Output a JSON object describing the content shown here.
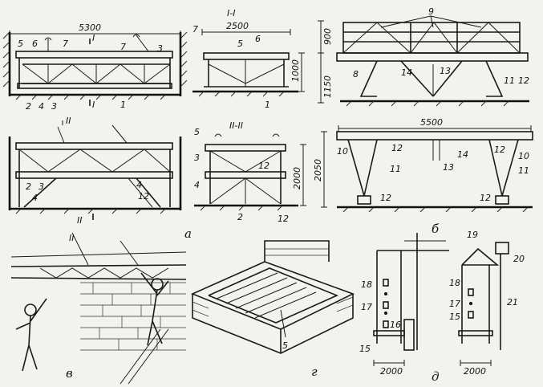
{
  "figure": {
    "captions": [
      "а",
      "б",
      "в",
      "г",
      "д"
    ],
    "dimensions": {
      "a_top_width": "5300",
      "a_section_width": "2500",
      "a_section_height": "1000",
      "a_lower_section_height": "2000",
      "b_top_height_1": "900",
      "b_top_height_2": "1150",
      "b_lower_width": "5500",
      "b_lower_height": "2050",
      "d_left_width": "2000",
      "d_right_width": "2000"
    },
    "section_marks": {
      "s1": "I-I",
      "s2": "II-II",
      "s1_short": "I",
      "s2_short": "II"
    },
    "labels_a_top": [
      "5",
      "6",
      "7",
      "7",
      "3",
      "2",
      "4",
      "3",
      "1"
    ],
    "labels_a_section": [
      "7",
      "5",
      "6",
      "1"
    ],
    "labels_a_lower": [
      "2",
      "3",
      "4",
      "4",
      "12"
    ],
    "labels_a_lower_section": [
      "5",
      "3",
      "12",
      "4",
      "2",
      "12"
    ],
    "labels_b_top": [
      "9",
      "8",
      "14",
      "13",
      "11",
      "12"
    ],
    "labels_b_lower": [
      "10",
      "12",
      "14",
      "13",
      "12",
      "10",
      "11",
      "11",
      "12",
      "12"
    ],
    "labels_g": [
      "5"
    ],
    "labels_d": [
      "18",
      "17",
      "16",
      "15",
      "19",
      "20",
      "18",
      "17",
      "15",
      "21"
    ]
  }
}
